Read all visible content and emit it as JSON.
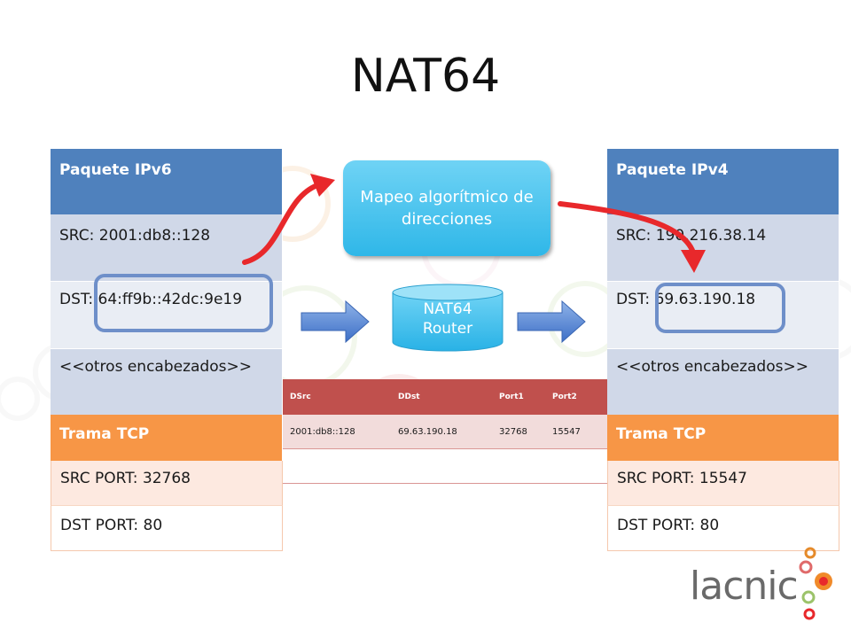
{
  "title": "NAT64",
  "left_packet": {
    "header": "Paquete IPv6",
    "src": "SRC: 2001:db8::128",
    "dst": "DST: 64:ff9b::42dc:9e19",
    "other": "<<otros encabezados>>",
    "tcp_header": "Trama TCP",
    "src_port": "SRC PORT: 32768",
    "dst_port": "DST PORT: 80"
  },
  "right_packet": {
    "header": "Paquete IPv4",
    "src": "SRC: 190.216.38.14",
    "dst": "DST: 69.63.190.18",
    "other": "<<otros encabezados>>",
    "tcp_header": "Trama TCP",
    "src_port": "SRC PORT: 15547",
    "dst_port": "DST PORT: 80"
  },
  "mapping_box": "Mapeo algorítmico de direcciones",
  "router": {
    "line1": "NAT64",
    "line2": "Router"
  },
  "nat_table": {
    "headers": [
      "DSrc",
      "DDst",
      "Port1",
      "Port2"
    ],
    "rows": [
      [
        "2001:db8::128",
        "69.63.190.18",
        "32768",
        "15547"
      ]
    ]
  },
  "logo": {
    "text": "lacnic"
  },
  "colors": {
    "ipv_header": "#4f81bd",
    "tcp_header": "#f79646",
    "table_header": "#c0504d",
    "red_arrow": "#e8282b",
    "highlight_border": "#6e8fc9"
  }
}
